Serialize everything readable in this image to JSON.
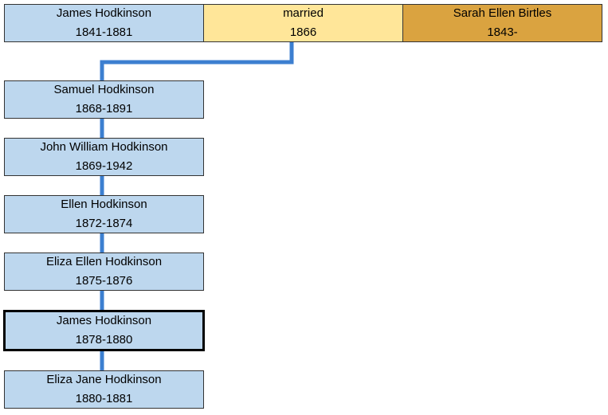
{
  "couple": {
    "husband": {
      "name": "James Hodkinson",
      "years": "1841-1881"
    },
    "marriage": {
      "label": "married",
      "year": "1866"
    },
    "wife": {
      "name": "Sarah Ellen Birtles",
      "years": "1843-"
    }
  },
  "children": [
    {
      "name": "Samuel Hodkinson",
      "years": "1868-1891"
    },
    {
      "name": "John William Hodkinson",
      "years": "1869-1942"
    },
    {
      "name": "Ellen Hodkinson",
      "years": "1872-1874"
    },
    {
      "name": "Eliza Ellen Hodkinson",
      "years": "1875-1876"
    },
    {
      "name": "James Hodkinson",
      "years": "1878-1880",
      "highlighted": true
    },
    {
      "name": "Eliza Jane Hodkinson",
      "years": "1880-1881"
    }
  ],
  "colors": {
    "person": "#bdd7ee",
    "marriage": "#ffe699",
    "spouse": "#daa340",
    "connector": "#3c7fd0"
  }
}
